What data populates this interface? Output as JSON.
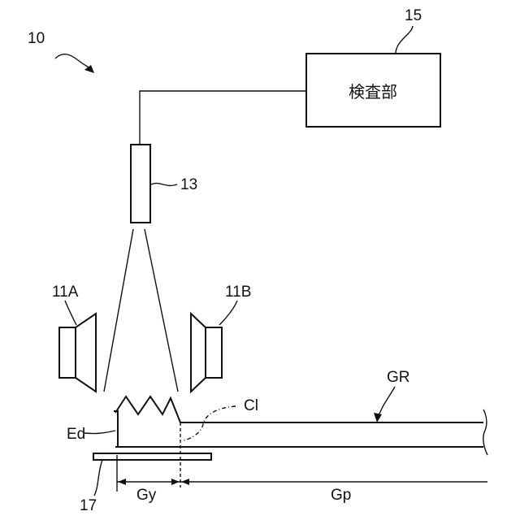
{
  "labels": {
    "device": "10",
    "inspection_unit_ref": "15",
    "inspection_unit_text": "検査部",
    "camera_ref": "13",
    "light_a_ref": "11A",
    "light_b_ref": "11B",
    "edge_ref": "Ed",
    "cl_ref": "Cl",
    "gr_ref": "GR",
    "stage_ref": "17",
    "gy_ref": "Gy",
    "gp_ref": "Gp"
  }
}
